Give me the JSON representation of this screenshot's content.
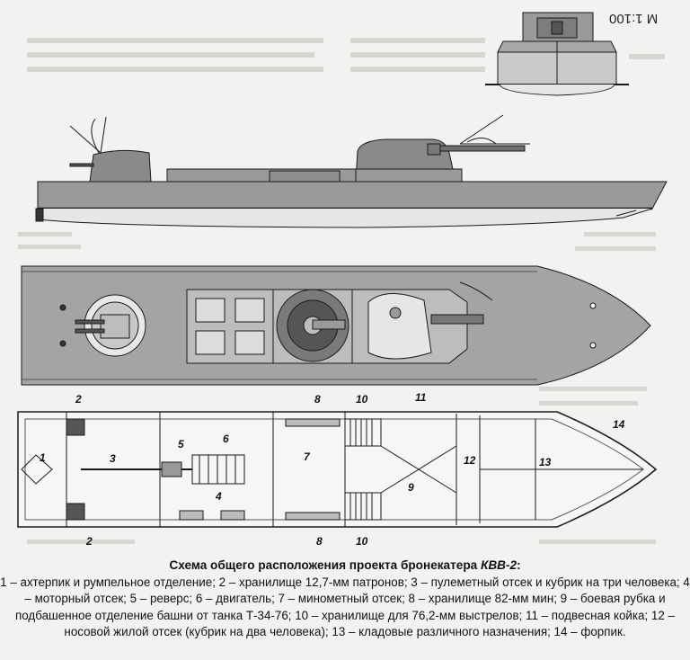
{
  "scale": "М 1:100",
  "caption": {
    "title_prefix": "Схема общего расположения проекта бронекатера ",
    "title_model": "КВВ-2",
    "title_suffix": ":",
    "body": "1 – ахтерпик и румпельное отделение; 2 – хранилище 12,7-мм патронов; 3 – пулеметный отсек и кубрик на три человека; 4 – моторный отсек; 5 – реверс; 6 – двигатель; 7 – минометный отсек; 8 – хранилище 82-мм мин; 9 – боевая рубка и подбашенное отделение башни от танка Т-34-76; 10 – хранилище для 76,2-мм выстрелов; 11 – подвесная койка; 12 – носовой жилой отсек (кубрик на два человека); 13 – кладовые различного назначения; 14 – форпик."
  },
  "labels": {
    "n1": "1",
    "n2a": "2",
    "n2b": "2",
    "n3": "3",
    "n4": "4",
    "n5": "5",
    "n6": "6",
    "n7": "7",
    "n8a": "8",
    "n8b": "8",
    "n9": "9",
    "n10a": "10",
    "n10b": "10",
    "n11": "11",
    "n12": "12",
    "n13": "13",
    "n14": "14"
  },
  "colors": {
    "hull": "#9a9a9a",
    "deck": "#a4a4a4",
    "paper": "#f2f2f0",
    "ink": "#1a1a1a"
  }
}
